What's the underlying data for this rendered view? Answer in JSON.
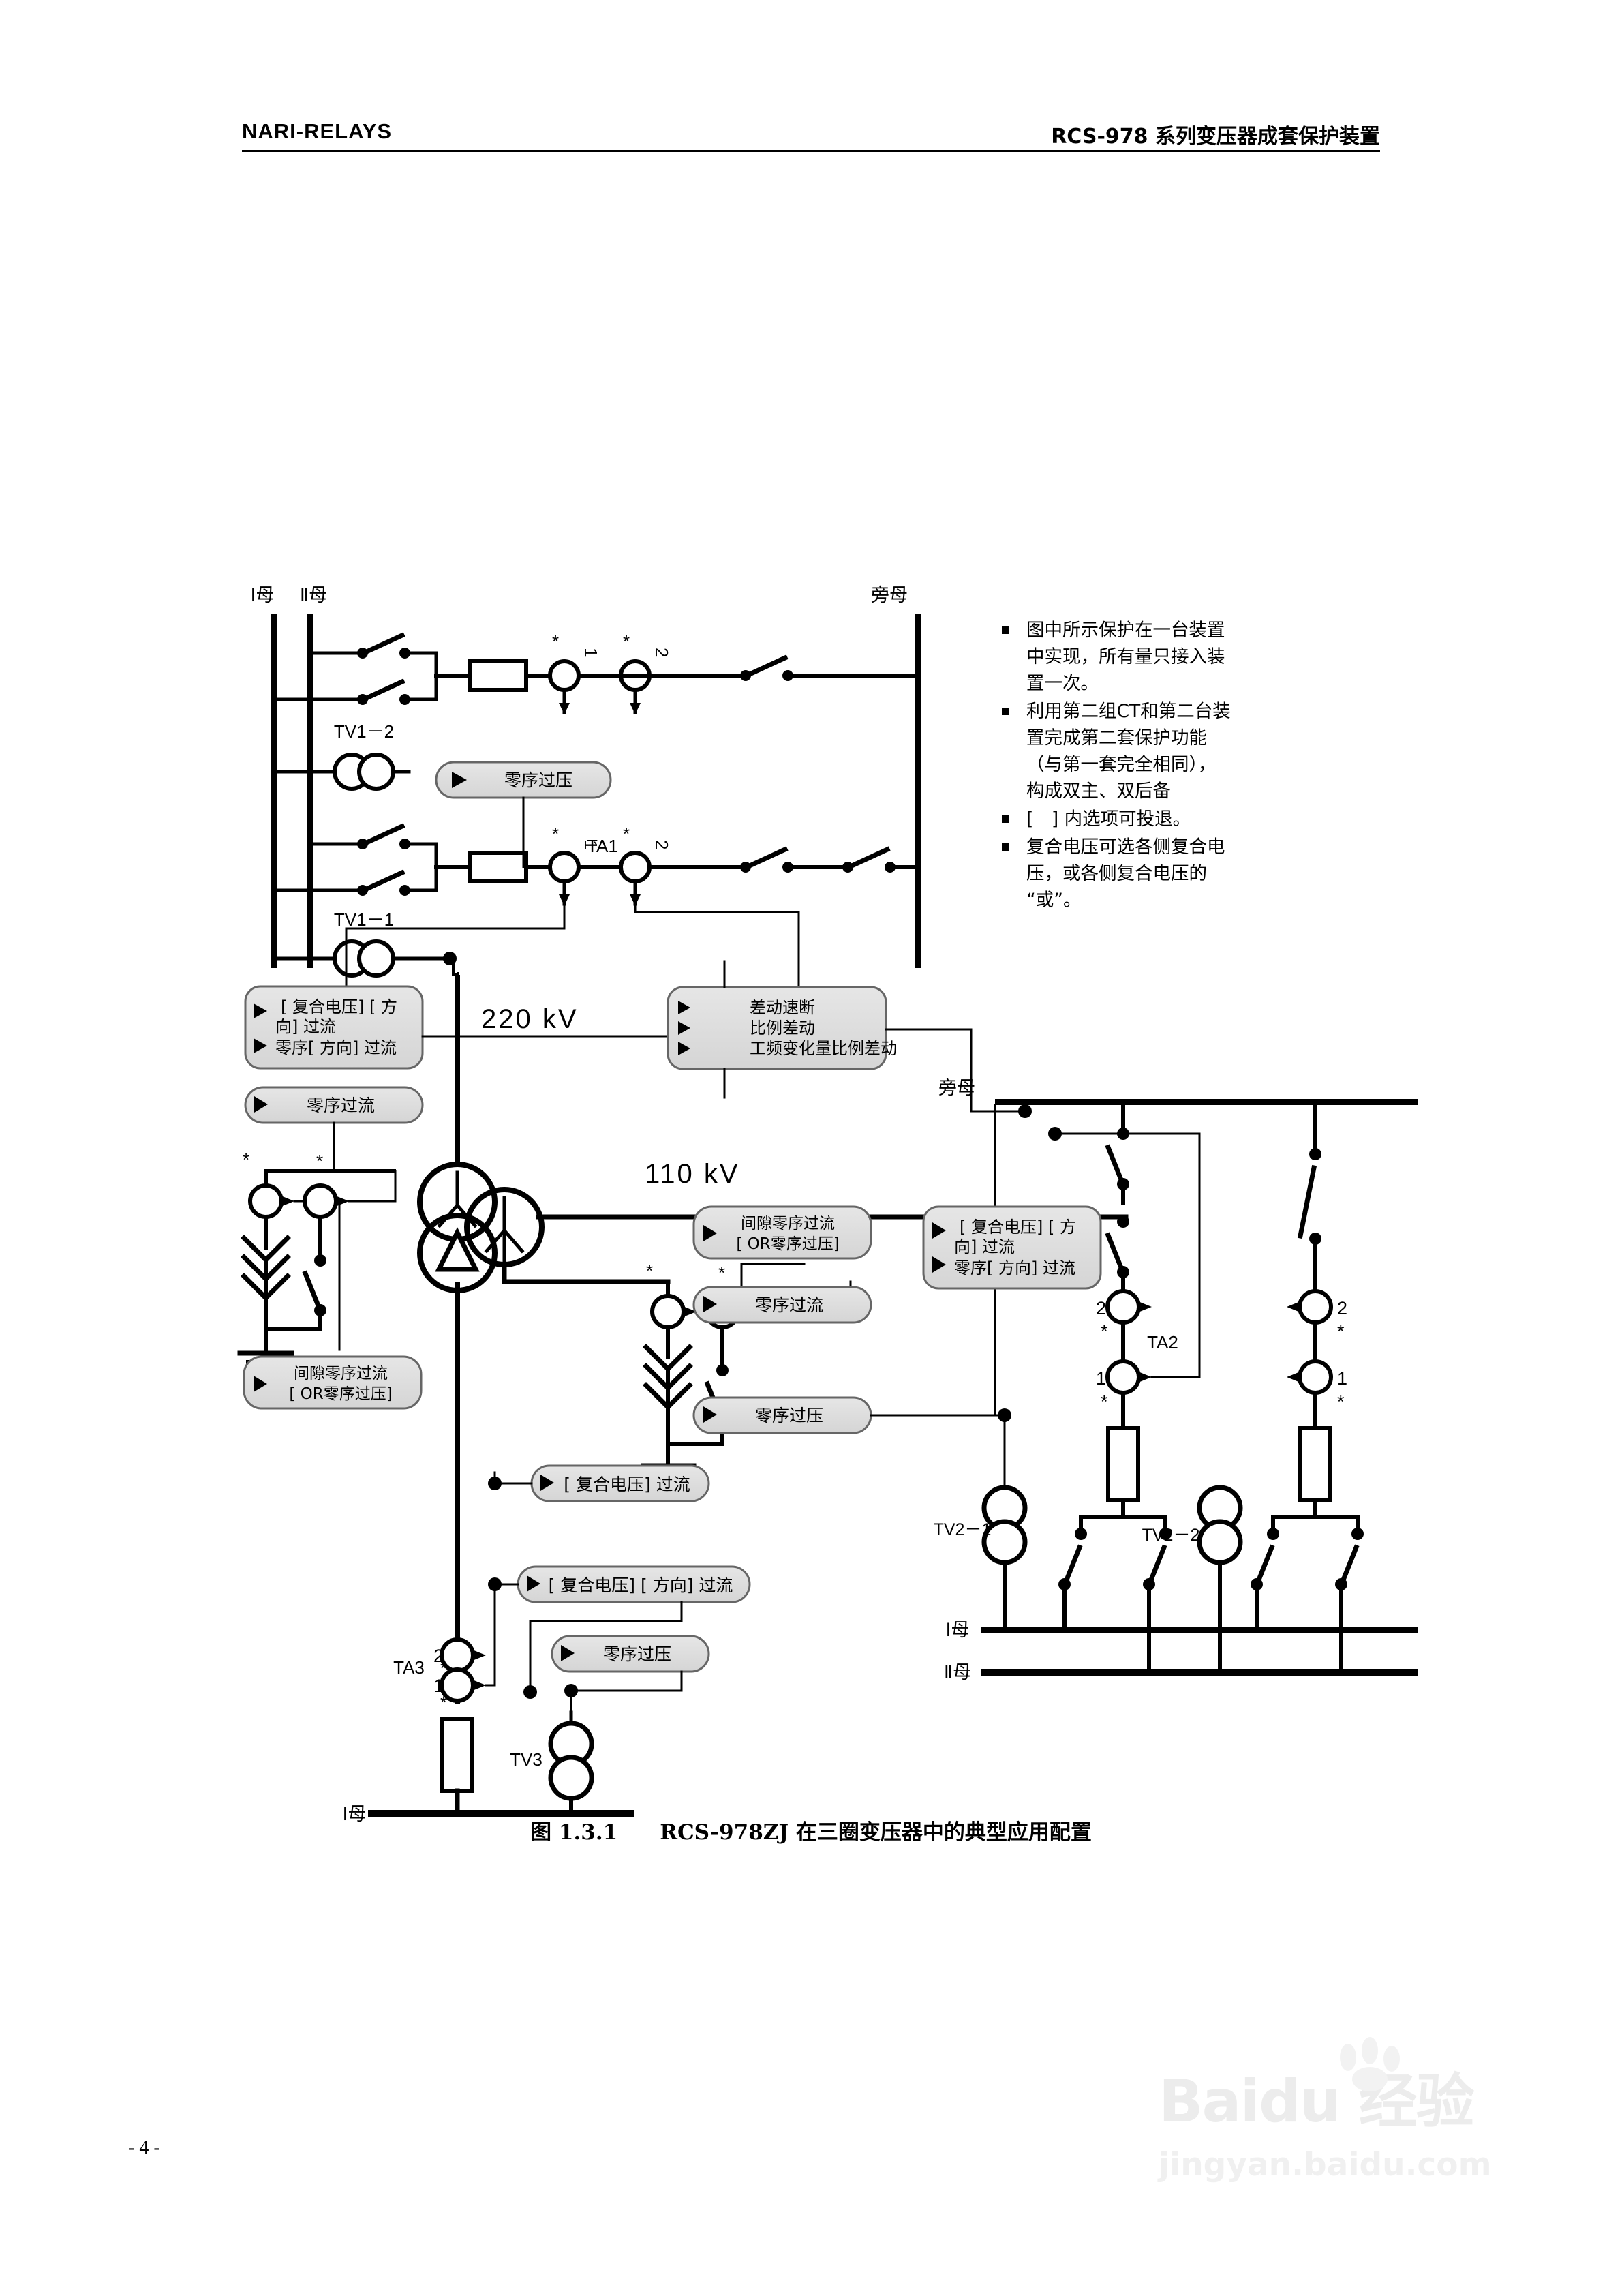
{
  "header": {
    "left": "NARI-RELAYS",
    "right": "RCS-978 系列变压器成套保护装置"
  },
  "notes": {
    "bullets": [
      "图中所示保护在一台装置\n中实现，所有量只接入装\n置一次。",
      "利用第二组CT和第二台装\n置完成第二套保护功能\n（与第一套完全相同），\n构成双主、双后备",
      "[　] 内选项可投退。",
      "复合电压可选各侧复合电\n压，或各侧复合电压的\n“或”。"
    ]
  },
  "diagram": {
    "bus_labels": {
      "bus1_top": "Ⅰ母",
      "bus2_top": "Ⅱ母",
      "bypass_top": "旁母",
      "bypass_mid": "旁母",
      "bus1_right": "Ⅰ母",
      "bus2_right": "Ⅱ母",
      "bus1_bottom": "Ⅰ母"
    },
    "voltage_labels": {
      "hv": "220 kV",
      "mv": "110 kV"
    },
    "device_labels": {
      "tv1_2": "TV1－2",
      "tv1_1": "TV1－1",
      "ta1": "TA1",
      "ta2": "TA2",
      "ta3": "TA3",
      "tv2_1": "TV2－1",
      "tv2_2": "TV2－2",
      "tv3": "TV3"
    },
    "ct_marks": {
      "star": "*",
      "one": "1",
      "two": "2"
    },
    "protection_boxes": [
      {
        "id": "zero-seq-overvoltage-hv-top",
        "lines": [
          "零序过压"
        ],
        "arrows": 1
      },
      {
        "id": "compound-voltage-dir-overcurrent-hv",
        "lines": [
          "[ 复合电压] [ 方",
          "向] 过流",
          "零序[ 方向] 过流"
        ],
        "arrows": 2
      },
      {
        "id": "differential",
        "lines": [
          "差动速断",
          "比例差动",
          "工频变化量比例差动"
        ],
        "arrows": 3
      },
      {
        "id": "zero-seq-overcurrent-hv",
        "lines": [
          "零序过流"
        ],
        "arrows": 1
      },
      {
        "id": "gap-zero-seq-overcurrent-hv",
        "lines": [
          "间隙零序过流",
          "[ OR零序过压]"
        ],
        "arrows": 1
      },
      {
        "id": "gap-zero-seq-overcurrent-mv",
        "lines": [
          "间隙零序过流",
          "[ OR零序过压]"
        ],
        "arrows": 1
      },
      {
        "id": "zero-seq-overcurrent-mv",
        "lines": [
          "零序过流"
        ],
        "arrows": 1
      },
      {
        "id": "zero-seq-overvoltage-mv",
        "lines": [
          "零序过压"
        ],
        "arrows": 1
      },
      {
        "id": "compound-voltage-dir-overcurrent-mv",
        "lines": [
          "[ 复合电压] [ 方",
          "向] 过流",
          "零序[ 方向] 过流"
        ],
        "arrows": 2
      },
      {
        "id": "compound-voltage-overcurrent-lv",
        "lines": [
          "[ 复合电压] 过流"
        ],
        "arrows": 1
      },
      {
        "id": "compound-voltage-dir-overcurrent-lv",
        "lines": [
          "[ 复合电压] [ 方向] 过流"
        ],
        "arrows": 1
      },
      {
        "id": "zero-seq-overvoltage-lv",
        "lines": [
          "零序过压"
        ],
        "arrows": 1
      }
    ],
    "colors": {
      "line": "#000000",
      "box_fill": "#dedede",
      "box_stroke": "#555555"
    }
  },
  "caption": {
    "number": "图 1.3.1",
    "text": "RCS-978ZJ 在三圈变压器中的典型应用配置"
  },
  "footer": {
    "page_number": "- 4 -"
  },
  "watermark": {
    "main": "Baidu 经验",
    "sub": "jingyan.baidu.com"
  }
}
